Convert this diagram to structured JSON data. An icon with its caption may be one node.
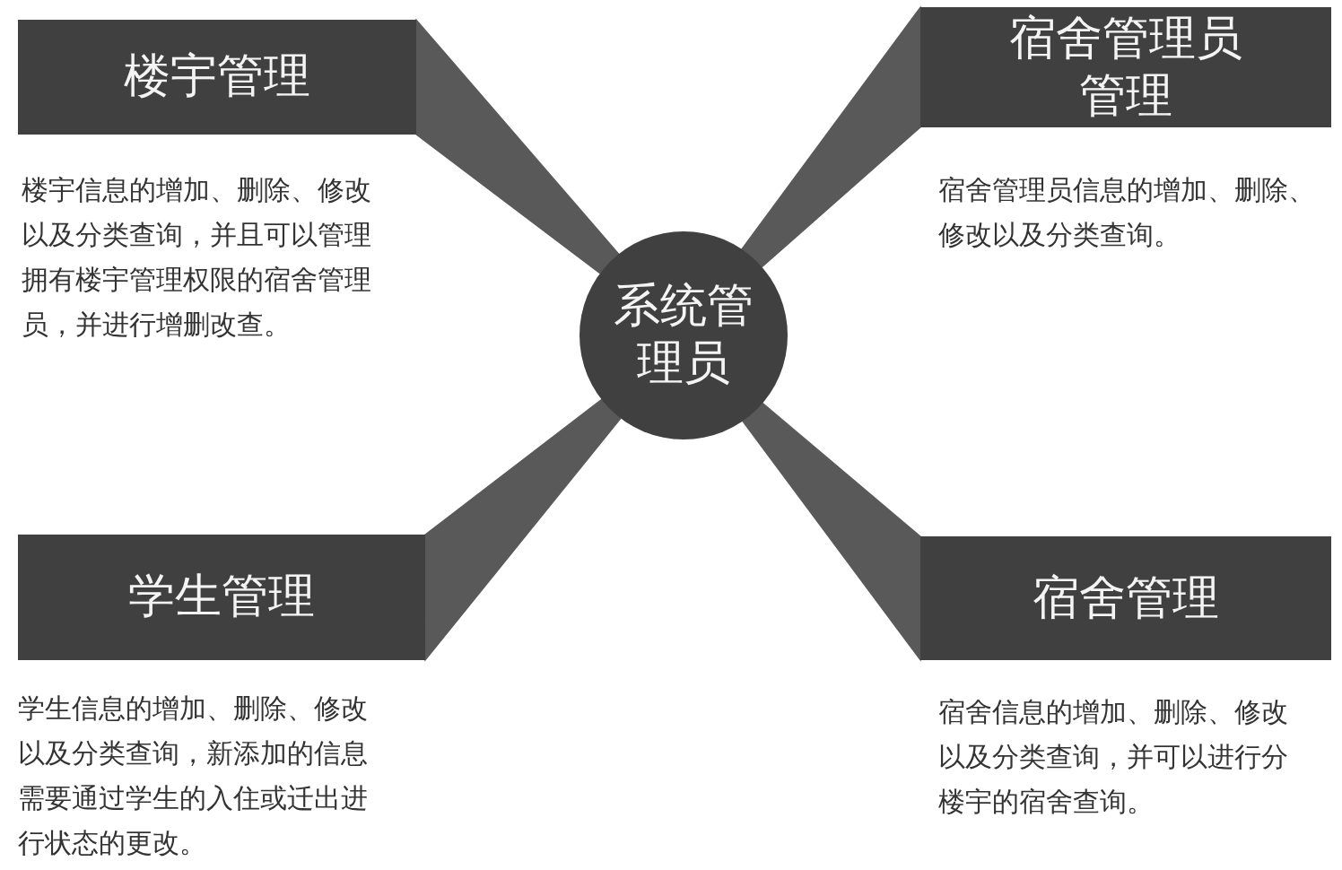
{
  "diagram": {
    "nodes": [
      {
        "text": [
          "楼宇管理"
        ],
        "beside": [
          "楼宇信息的增加、删除、修改以及分类查询，并且可以管理拥有楼宇管理权限的宿舍管理员，并进行增删改查。"
        ]
      },
      {
        "text": [
          "宿舍管理员管理"
        ],
        "beside": [
          "宿舍管理员信息的增加、删除、修改以及分类查询。"
        ]
      },
      {
        "text": [
          "系统管理员"
        ]
      },
      {
        "text": [
          "学生管理"
        ],
        "beside": [
          "学生信息的增加、删除、修改以及分类查询，新添加的信息需要通过学生的入住或迁出进行状态的更改。"
        ]
      },
      {
        "text": [
          "宿舍管理"
        ],
        "beside": [
          "宿舍信息的增加、删除、修改以及分类查询，并可以进行分楼宇的宿舍查询。"
        ]
      }
    ],
    "edges": [
      {
        "from": 2,
        "to": 0,
        "arrow": "none"
      },
      {
        "from": 2,
        "to": 1,
        "arrow": "none"
      },
      {
        "from": 2,
        "to": 3,
        "arrow": "none"
      },
      {
        "from": 2,
        "to": 4,
        "arrow": "none"
      }
    ]
  }
}
